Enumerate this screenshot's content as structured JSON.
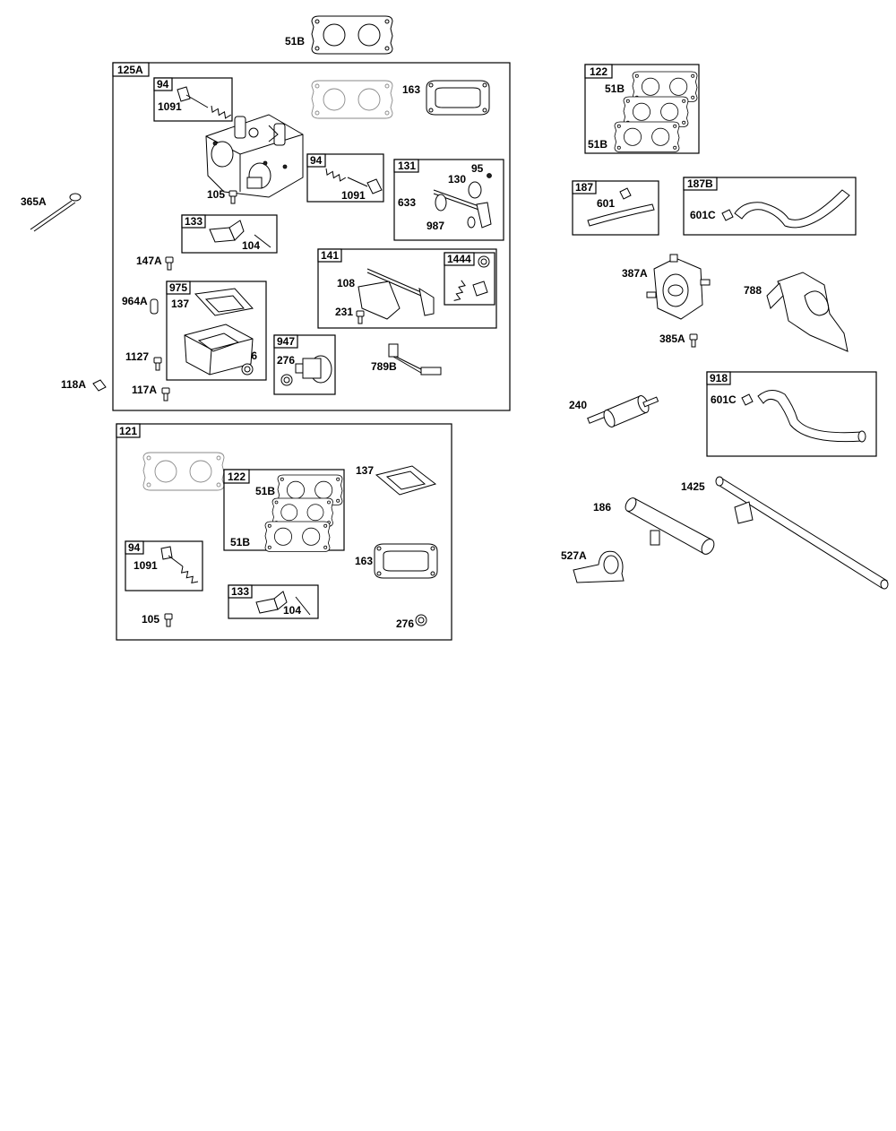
{
  "diagram": {
    "groups": {
      "g125A": "125A",
      "g94a": "94",
      "g94b": "94",
      "g94c": "94",
      "g131": "131",
      "g133a": "133",
      "g133b": "133",
      "g141": "141",
      "g1444": "1444",
      "g975": "975",
      "g947": "947",
      "g121": "121",
      "g122a": "122",
      "g122b": "122",
      "g187": "187",
      "g187B": "187B",
      "g918": "918"
    },
    "labels": {
      "l51B_top": "51B",
      "l365A": "365A",
      "l1091_a": "1091",
      "l105_a": "105",
      "l163_a": "163",
      "l1091_b": "1091",
      "l95": "95",
      "l130": "130",
      "l633": "633",
      "l987": "987",
      "l104_a": "104",
      "l147A": "147A",
      "l108": "108",
      "l231": "231",
      "l964A": "964A",
      "l137_a": "137",
      "l1127": "1127",
      "l276_a": "276",
      "l276_b": "276",
      "l789B": "789B",
      "l118A": "118A",
      "l117A": "117A",
      "l51B_r1": "51B",
      "l51B_r2": "51B",
      "l601": "601",
      "l601C_a": "601C",
      "l387A": "387A",
      "l788": "788",
      "l385A": "385A",
      "l240": "240",
      "l601C_b": "601C",
      "l1425": "1425",
      "l186": "186",
      "l527A": "527A",
      "l137_b": "137",
      "l51B_b1": "51B",
      "l51B_b2": "51B",
      "l163_b": "163",
      "l1091_c": "1091",
      "l104_b": "104",
      "l105_b": "105",
      "l276_c": "276"
    }
  }
}
